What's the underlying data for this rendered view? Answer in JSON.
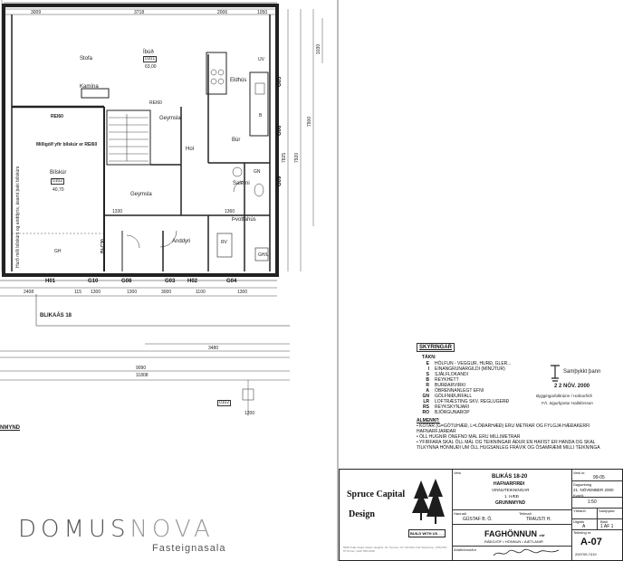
{
  "rooms": {
    "stofa": "Stofa",
    "ibud": "Íbúð",
    "ibud_code": "0101",
    "ibud_area": "63,00",
    "kamina": "Kamína",
    "eldhus": "Eldhús",
    "rei60_a": "REI60",
    "rei60_b": "REI60",
    "millig": "Milligólf yfir bílskúr er REI60",
    "bilskur": "Bílskúr",
    "bilskur_code": "0102",
    "bilskur_area": "40,70",
    "geymsla1": "Geymsla",
    "hol": "Hol",
    "bur": "Búr",
    "salerni": "Salerni",
    "geymsla2": "Geymsla",
    "anddyri": "Anddyri",
    "thvottahus": "Þvottahús",
    "gh": "GH",
    "uv": "UV",
    "gn": "GN",
    "rv": "RV",
    "b": "B",
    "ghl": "GH/L",
    "bic": "BI-C30",
    "sideNote": "Hurð milli bílskúrs og anddyris, ásamt þaki bílskúrs"
  },
  "doors": [
    "H01",
    "G10",
    "G08",
    "G03",
    "H02",
    "G04"
  ],
  "sideDoors": [
    "G05",
    "G06",
    "G09"
  ],
  "dims": {
    "top": [
      "3009",
      "3718",
      "2006",
      "1050"
    ],
    "mid": [
      "2408",
      "115",
      "1300",
      "1300",
      "3000",
      "1100",
      "1300"
    ],
    "long": [
      "3480",
      "9090",
      "11808"
    ],
    "small": [
      "1330",
      "1360",
      "1200"
    ],
    "vertical": [
      "7825",
      "7920",
      "7900",
      "1030"
    ]
  },
  "site": {
    "street": "BLIKAÁS 18",
    "code": "0102",
    "grunnmynd": "NMYND"
  },
  "legend": {
    "title": "SKÝRINGAR",
    "subtitle": "TÁKN:",
    "items": [
      {
        "code": "E",
        "text": "HÓLFUN - VEGGUR, HURÐ, GLER..."
      },
      {
        "code": "I",
        "text": "EINANGRUNARGILDI (MÍNÚTUR)"
      },
      {
        "code": "S",
        "text": "SJÁLFLOKANDI"
      },
      {
        "code": "B",
        "text": "REYKHETT"
      },
      {
        "code": "R",
        "text": "BURÐARVIRKI"
      },
      {
        "code": "A",
        "text": "ÓBRENNANLEGT EFNI"
      },
      {
        "code": "GN",
        "text": "GÓLFNIÐURFALL"
      },
      {
        "code": "LR",
        "text": "LOFTRÆSTING SKV. REGLUGERÐ"
      },
      {
        "code": "RS",
        "text": "REYKSKYNJARI"
      },
      {
        "code": "RO",
        "text": "BJÖRGUNAROP"
      }
    ],
    "almennt": "ALMENNT:",
    "notes": [
      "• KÓTAR (G=GÓTUHÆÐ, L=LÓÐARHÆÐ) ERU METRAR OG FYLGJA HÆÐAKERFI HAFNARFJARÐAR",
      "• ÖLL HUGNIR ÓNEFND MÁL ERU MILLIMETRAR",
      "• YFIRFARA SKAL ÖLL MÁL OG TEIKNINGAR ÁÐUR EN HAFIST ER HANDA OG SKAL TILKYNNA HÖNNUÐI UM ÖLL HUGSANLEG FRÁVIK OG ÓSAMRÆMI MILLI TEIKNINGA"
    ]
  },
  "stamp": {
    "label": "Samþykkt þann",
    "date": "2 2 NÓV. 2000",
    "sig1": "Byggingarfulltrúinn í Hafnarfirði",
    "sig2": "F.h. Sigurbjartur Halldórsson"
  },
  "titleblock": {
    "verk_label": "Verk",
    "project": "BLIKÁS 18-20",
    "city": "HAFNARFIRÐI",
    "type": "VINNUTEIKNINGAR",
    "floor": "1. HÆÐ",
    "view": "GRUNNMYND",
    "hannad_label": "Hannað",
    "hannad": "GÚSTAF B. Ó.",
    "teiknad_label": "Teiknað",
    "teiknad": "TRAUSTI H.",
    "verknr_label": "Verk nr.",
    "verknr": "99-05",
    "dags_label": "Dagsetning",
    "dags": "21. NÓVEMBER 2000",
    "kvardi_label": "Kvarði",
    "kvardi": "1:50",
    "yfirfarid_label": "Yfirfarið",
    "samthykkt_label": "Samþykkt",
    "utgafa_label": "Útgáfa",
    "utgafa": "A",
    "blad_label": "Blað",
    "blad": "1 AF 1",
    "teikn_label": "Teikning nr.",
    "teikn": "A-07",
    "filenr": "200709-7419",
    "company": "FAGHÖNNUN",
    "company_suffix": "ehf",
    "company_sub": "RÁÐGJÖF • HÖNNUN • ÁÆTLANIR",
    "adalhonnudur_label": "Aðalhönnuður"
  },
  "spruce": {
    "name1": "Spruce Capital",
    "name2": "Design",
    "badge": "BUILD WITH US . . .",
    "addr": "5608 Tuttle Road, Pelton Heights, NJ, Toronto, NY, ON M4L 1S2 Telephone: (705) 567-5776   Fax: (416) 555-0196"
  },
  "domus": {
    "name_a": "DOMUS",
    "name_b": "NOVA",
    "sub": "Fasteignasala"
  }
}
